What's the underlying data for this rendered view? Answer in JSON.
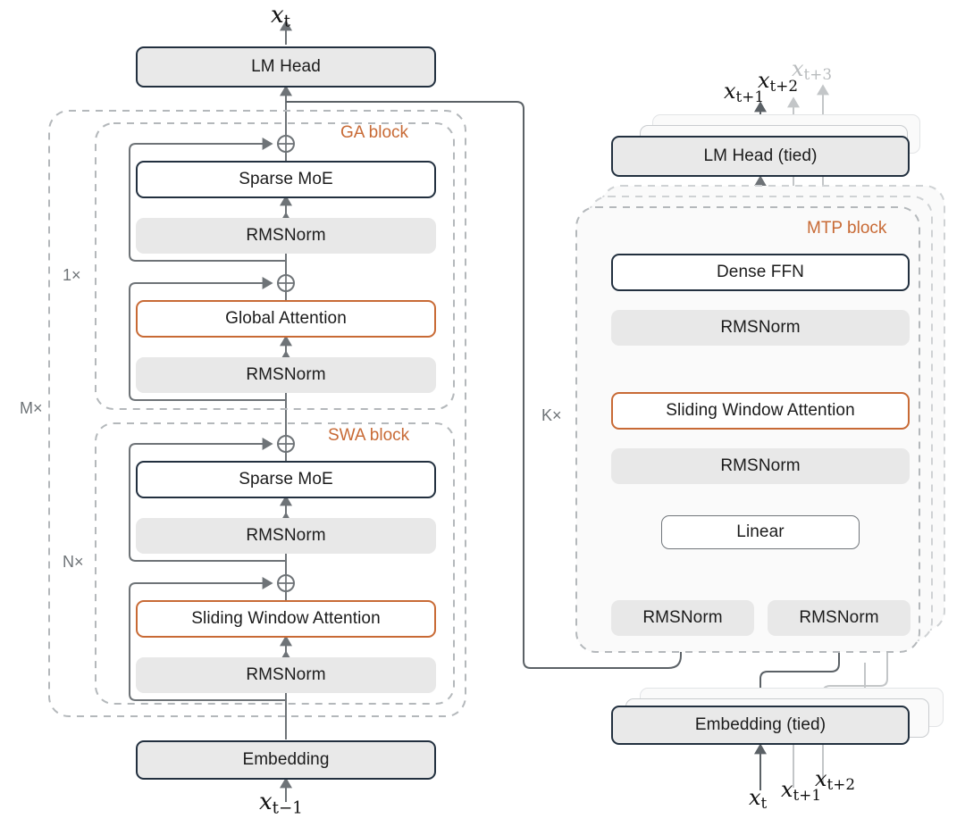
{
  "diagram": {
    "title": "Hybrid attention LLM architecture with multi-token prediction",
    "accent_orange": "#c86a35",
    "dark_border": "#22303f",
    "grey_fill": "#e8e8e8",
    "line_color": "#6e7377"
  },
  "left_stack": {
    "output_token": {
      "base": "x",
      "sub": "t"
    },
    "input_token": {
      "base": "x",
      "sub": "t−1"
    },
    "lm_head": "LM Head",
    "embedding": "Embedding",
    "ga_block_tag": "GA block",
    "swa_block_tag": "SWA block",
    "mult_outer": "M×",
    "mult_ga": "1×",
    "mult_swa": "N×",
    "ga": {
      "moe": "Sparse MoE",
      "norm_top": "RMSNorm",
      "attention": "Global Attention",
      "norm_bottom": "RMSNorm"
    },
    "swa": {
      "moe": "Sparse MoE",
      "norm_top": "RMSNorm",
      "attention": "Sliding Window Attention",
      "norm_bottom": "RMSNorm"
    }
  },
  "right_stack": {
    "lm_head": "LM Head (tied)",
    "embedding": "Embedding (tied)",
    "mtp_block_tag": "MTP block",
    "mult_mtp": "K×",
    "mtp": {
      "ffn": "Dense FFN",
      "norm_ffn": "RMSNorm",
      "attention": "Sliding Window Attention",
      "norm_attn": "RMSNorm",
      "linear": "Linear",
      "norm_left": "RMSNorm",
      "norm_right": "RMSNorm"
    },
    "output_tokens": [
      {
        "base": "x",
        "sub": "t+1",
        "faded": false
      },
      {
        "base": "x",
        "sub": "t+2",
        "faded": false
      },
      {
        "base": "x",
        "sub": "t+3",
        "faded": true
      }
    ],
    "input_tokens": [
      {
        "base": "x",
        "sub": "t",
        "faded": false
      },
      {
        "base": "x",
        "sub": "t+1",
        "faded": true
      },
      {
        "base": "x",
        "sub": "t+2",
        "faded": true
      }
    ]
  }
}
